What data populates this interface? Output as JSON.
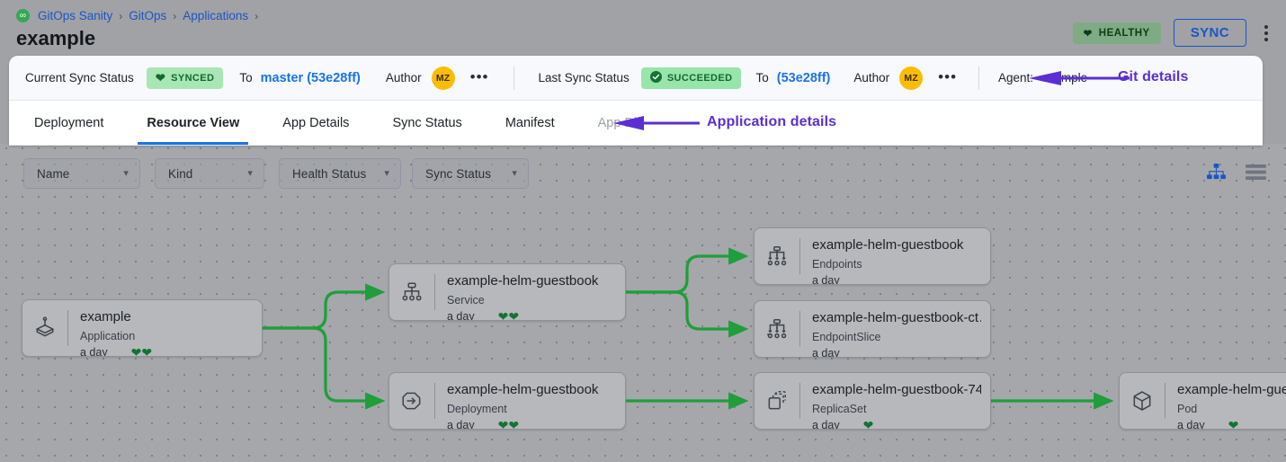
{
  "header": {
    "breadcrumb": [
      {
        "label": "GitOps Sanity",
        "icon": "gitops-logo-icon"
      },
      {
        "label": "GitOps"
      },
      {
        "label": "Applications"
      }
    ],
    "separator": "›",
    "app_title": "example",
    "health_badge": {
      "label": "HEALTHY",
      "icon": "heart-icon",
      "bg": "#7fab84",
      "fg": "#0c3d15"
    },
    "sync_button": "SYNC",
    "kebab_menu": "more-options"
  },
  "summary": {
    "current_sync_status_label": "Current Sync Status",
    "current_sync_badge": {
      "label": "SYNCED",
      "icon": "heart-icon"
    },
    "current_to_label": "To",
    "current_revision": "master (53e28ff)",
    "current_author_label": "Author",
    "current_author_initials": "MZ",
    "last_sync_status_label": "Last Sync Status",
    "last_sync_badge": {
      "label": "SUCCEEDED",
      "icon": "check-circle-icon"
    },
    "last_to_label": "To",
    "last_revision": "(53e28ff)",
    "last_author_label": "Author",
    "last_author_initials": "MZ",
    "agent_label": "Agent:",
    "agent_value": "example",
    "overflow": "•••"
  },
  "tabs": [
    {
      "label": "Deployment",
      "state": "normal"
    },
    {
      "label": "Resource View",
      "state": "active"
    },
    {
      "label": "App Details",
      "state": "normal"
    },
    {
      "label": "Sync Status",
      "state": "normal"
    },
    {
      "label": "Manifest",
      "state": "normal"
    },
    {
      "label": "App Diff",
      "state": "disabled"
    }
  ],
  "annotations": [
    {
      "text": "Git details",
      "color": "#5b2fd1",
      "arrow": "left-arrow"
    },
    {
      "text": "Application details",
      "color": "#5b2fd1",
      "arrow": "left-arrow"
    }
  ],
  "filters": [
    {
      "label": "Name",
      "icon": "chevron-down-icon"
    },
    {
      "label": "Kind",
      "icon": "chevron-down-icon"
    },
    {
      "label": "Health Status",
      "icon": "chevron-down-icon"
    },
    {
      "label": "Sync Status",
      "icon": "chevron-down-icon"
    }
  ],
  "view_toggles": [
    {
      "name": "tree-view-icon",
      "active": true,
      "color": "#1a56c4"
    },
    {
      "name": "list-view-icon",
      "active": false,
      "color": "#6f7480"
    }
  ],
  "graph": {
    "edge_color": "#1f9e3a",
    "nodes": [
      {
        "id": "app",
        "title": "example",
        "kind": "Application",
        "age": "a day",
        "hearts": 2,
        "icon": "application-icon"
      },
      {
        "id": "service",
        "title": "example-helm-guestbook",
        "kind": "Service",
        "age": "a day",
        "hearts": 2,
        "icon": "service-icon"
      },
      {
        "id": "deployment",
        "title": "example-helm-guestbook",
        "kind": "Deployment",
        "age": "a day",
        "hearts": 2,
        "icon": "deployment-icon"
      },
      {
        "id": "endpoints",
        "title": "example-helm-guestbook",
        "kind": "Endpoints",
        "age": "a day",
        "hearts": 0,
        "icon": "endpoints-icon"
      },
      {
        "id": "endpointslice",
        "title": "example-helm-guestbook-ct…",
        "kind": "EndpointSlice",
        "age": "a day",
        "hearts": 0,
        "icon": "endpointslice-icon"
      },
      {
        "id": "replicaset",
        "title": "example-helm-guestbook-74…",
        "kind": "ReplicaSet",
        "age": "a day",
        "hearts": 1,
        "icon": "replicaset-icon"
      },
      {
        "id": "pod",
        "title": "example-helm-guest",
        "kind": "Pod",
        "age": "a day",
        "hearts": 1,
        "icon": "pod-icon"
      }
    ]
  }
}
